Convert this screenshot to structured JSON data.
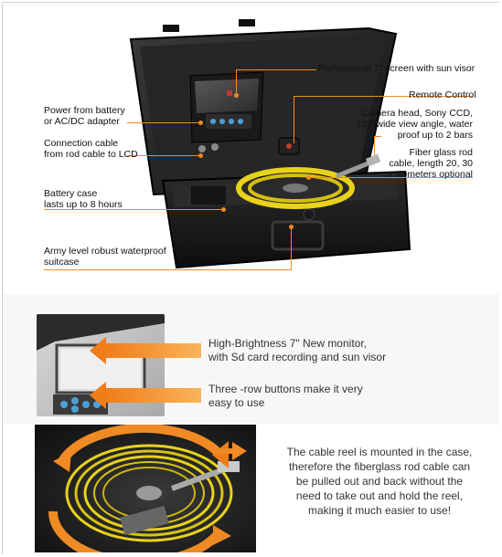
{
  "callouts": {
    "screen": "Professional 7\" screen with sun visor",
    "power_line1": "Power from battery",
    "power_line2": "or AC/DC adapter",
    "remote": "Remote Control",
    "cable_line1": "Connection cable",
    "cable_line2": "from rod cable to LCD",
    "camera_line1": "Camera head, Sony CCD,",
    "camera_line2": "120°wide view angle, water",
    "camera_line3": "proof up to 2 bars",
    "fiber_line1": "Fiber glass rod",
    "fiber_line2": "cable, length 20, 30",
    "fiber_line3": "or 40meters optional",
    "battery_line1": "Battery case",
    "battery_line2": "lasts up to 8 hours",
    "suitcase_line1": "Army level robust waterproof",
    "suitcase_line2": "suitcase"
  },
  "monitor_section": {
    "feature1_line1": "High-Brightness  7\" New monitor,",
    "feature1_line2": "with Sd card recording  and sun visor",
    "feature2_line1": "Three -row buttons make it very",
    "feature2_line2": "easy to use"
  },
  "reel_section": {
    "line1": "The cable reel is mounted in the case,",
    "line2": "therefore the fiberglass rod cable can",
    "line3": "be pulled out and back  without the",
    "line4": "need to take out and hold the reel,",
    "line5": "making it much easier to use!"
  },
  "colors": {
    "accent": "#f08a24",
    "case": "#1c1c1c",
    "cable": "#e8d21a"
  }
}
